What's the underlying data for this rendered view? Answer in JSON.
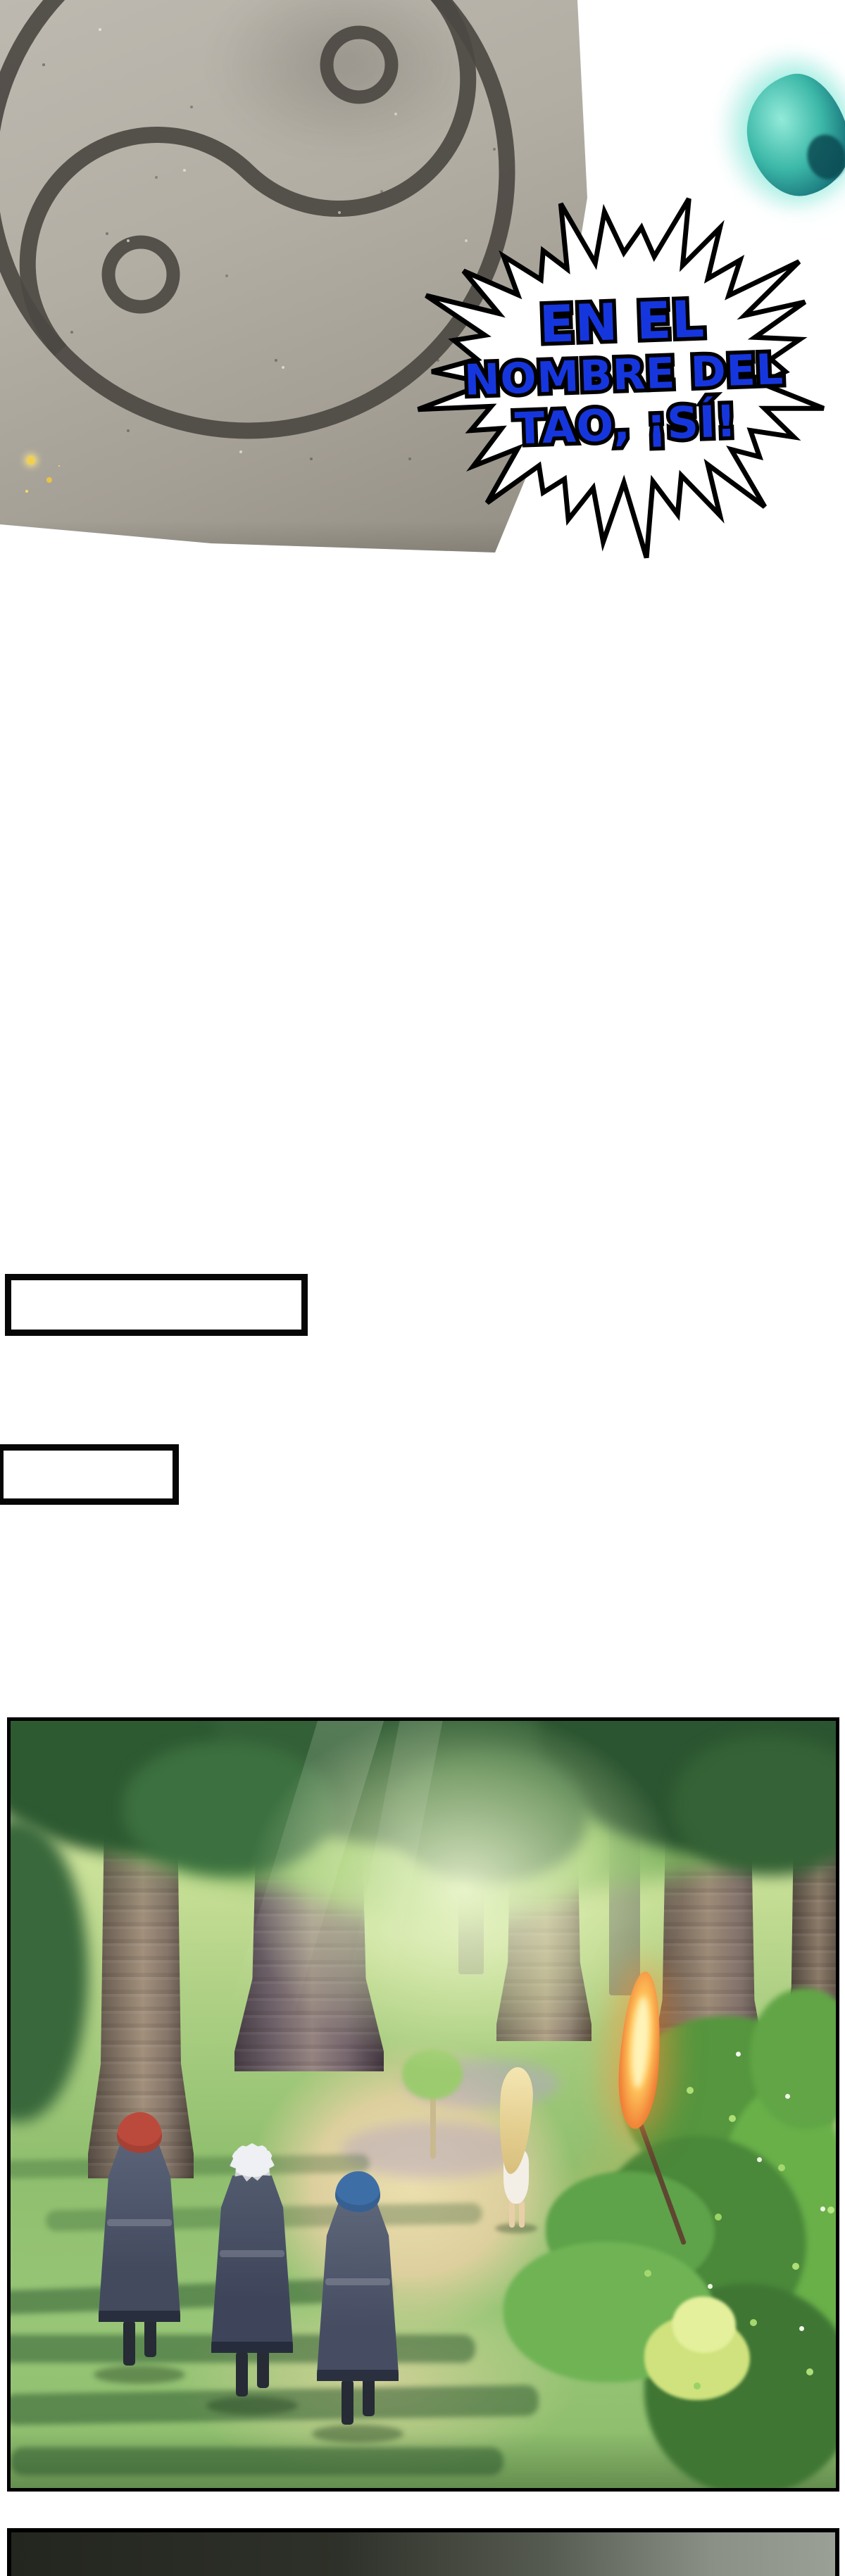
{
  "page": {
    "type": "comic-page",
    "background_color": "#ffffff"
  },
  "top_panel": {
    "subject": "stone slab carved with yin-yang symbol",
    "stone_color": "#aba69c",
    "symbol_color": "#4c4842",
    "glow_object_color": "#3cb8a8",
    "sparkle_color": "#f2cf4e"
  },
  "speech_burst": {
    "lines": [
      "EN EL",
      "NOMBRE DEL",
      "TAO, ¡SÍ!"
    ],
    "text_color": "#1636dd",
    "outline_color": "#000000",
    "bubble_fill": "#ffffff"
  },
  "narration_boxes": [
    {
      "text": ""
    },
    {
      "text": ""
    }
  ],
  "forest_panel": {
    "subject": "forest path scene with walking figures",
    "palette": {
      "canopy_dark": "#2e5a32",
      "foliage_mid": "#6cae52",
      "foliage_light": "#aede76",
      "trunk": "#8a7a6b",
      "path_light": "#ecdfae",
      "flame_core": "#ffe98f",
      "flame_edge": "#e25f28"
    },
    "characters": [
      {
        "name": "red-haired disciple",
        "hair_color": "#bc4a3c",
        "robe_color": "#5a6278"
      },
      {
        "name": "white-haired disciple",
        "hair_color": "#eef0f4",
        "robe_color": "#525a6e"
      },
      {
        "name": "blue-haired disciple",
        "hair_color": "#3e6ea6",
        "robe_color": "#5d6579"
      },
      {
        "name": "blonde figure",
        "hair_color": "#e3cd8e",
        "dress_color": "#f3efe7"
      }
    ],
    "props": [
      {
        "name": "glowing flame spear"
      }
    ]
  },
  "bottom_panel": {
    "visible": "partial top edge only"
  }
}
